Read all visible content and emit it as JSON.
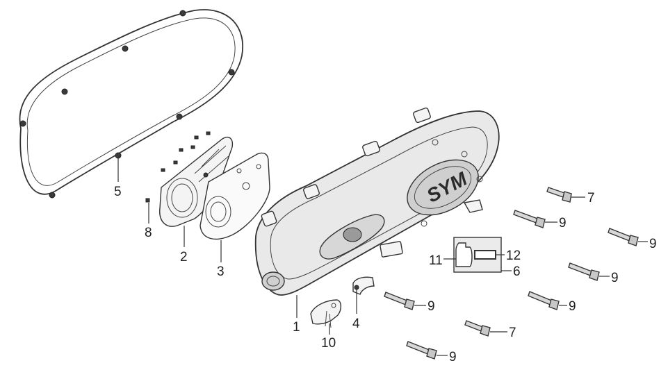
{
  "logo_text": "SYM",
  "callouts": [
    {
      "id": "c1",
      "label": "1"
    },
    {
      "id": "c2",
      "label": "2"
    },
    {
      "id": "c3",
      "label": "3"
    },
    {
      "id": "c4",
      "label": "4"
    },
    {
      "id": "c5",
      "label": "5"
    },
    {
      "id": "c6",
      "label": "6"
    },
    {
      "id": "c7a",
      "label": "7"
    },
    {
      "id": "c7b",
      "label": "7"
    },
    {
      "id": "c8",
      "label": "8"
    },
    {
      "id": "c9a",
      "label": "9"
    },
    {
      "id": "c9b",
      "label": "9"
    },
    {
      "id": "c9c",
      "label": "9"
    },
    {
      "id": "c9d",
      "label": "9"
    },
    {
      "id": "c9e",
      "label": "9"
    },
    {
      "id": "c9f",
      "label": "9"
    },
    {
      "id": "c10",
      "label": "10"
    },
    {
      "id": "c11",
      "label": "11"
    },
    {
      "id": "c12",
      "label": "12"
    }
  ]
}
